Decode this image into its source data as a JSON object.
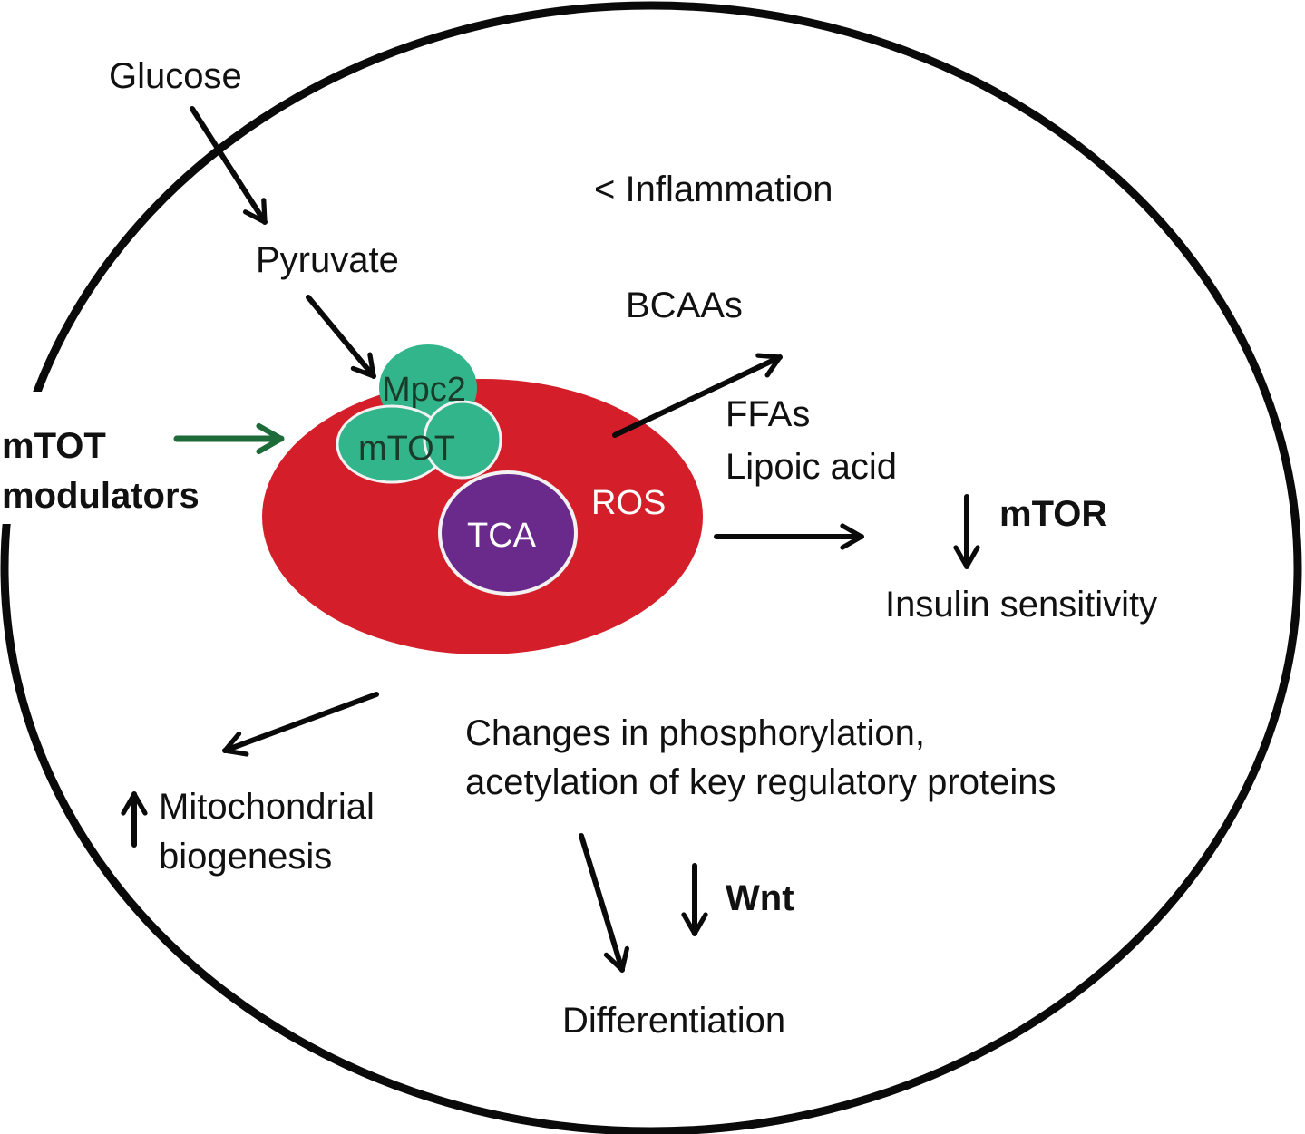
{
  "colors": {
    "outline": "#0a0a0a",
    "mitochondrion": "#d41f2a",
    "mtot_complex": "#33b58b",
    "tca": "#6a2a8c",
    "modulator_arrow": "#1e6b3a",
    "text": "#111111",
    "inner_text_light": "#ffffff",
    "inner_text_dark": "#1a3a2a"
  },
  "labels": {
    "glucose": "Glucose",
    "pyruvate": "Pyruvate",
    "inflammation": "< Inflammation",
    "bcaas": "BCAAs",
    "ffas": "FFAs",
    "lipoic_acid": "Lipoic acid",
    "mtot_modulators_line1": "mTOT",
    "mtot_modulators_line2": "modulators",
    "mpc2": "Mpc2",
    "mtot": "mTOT",
    "tca": "TCA",
    "ros": "ROS",
    "mtor": "mTOR",
    "insulin_sensitivity": "Insulin sensitivity",
    "mito_line1": "Mitochondrial",
    "mito_line2": "biogenesis",
    "changes_line1": "Changes in phosphorylation,",
    "changes_line2": "acetylation of key regulatory proteins",
    "wnt": "Wnt",
    "differentiation": "Differentiation"
  },
  "indicators": {
    "mtor": "down",
    "wnt": "down",
    "mitochondrial_biogenesis": "up"
  }
}
